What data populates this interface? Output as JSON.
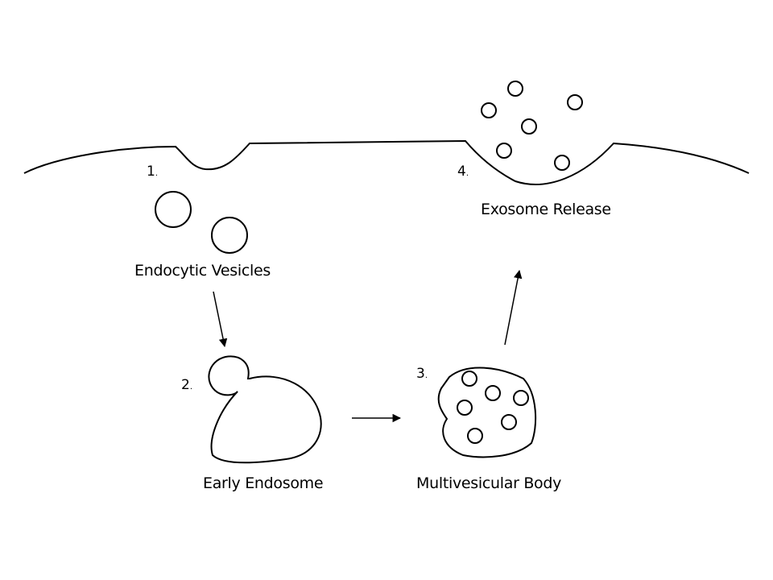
{
  "steps": [
    {
      "number": "1",
      "dot": ".",
      "label": "Endocytic Vesicles"
    },
    {
      "number": "2",
      "dot": ".",
      "label": "Early Endosome"
    },
    {
      "number": "3",
      "dot": ".",
      "label": "Multivesicular Body"
    },
    {
      "number": "4",
      "dot": ".",
      "label": "Exosome Release"
    }
  ]
}
